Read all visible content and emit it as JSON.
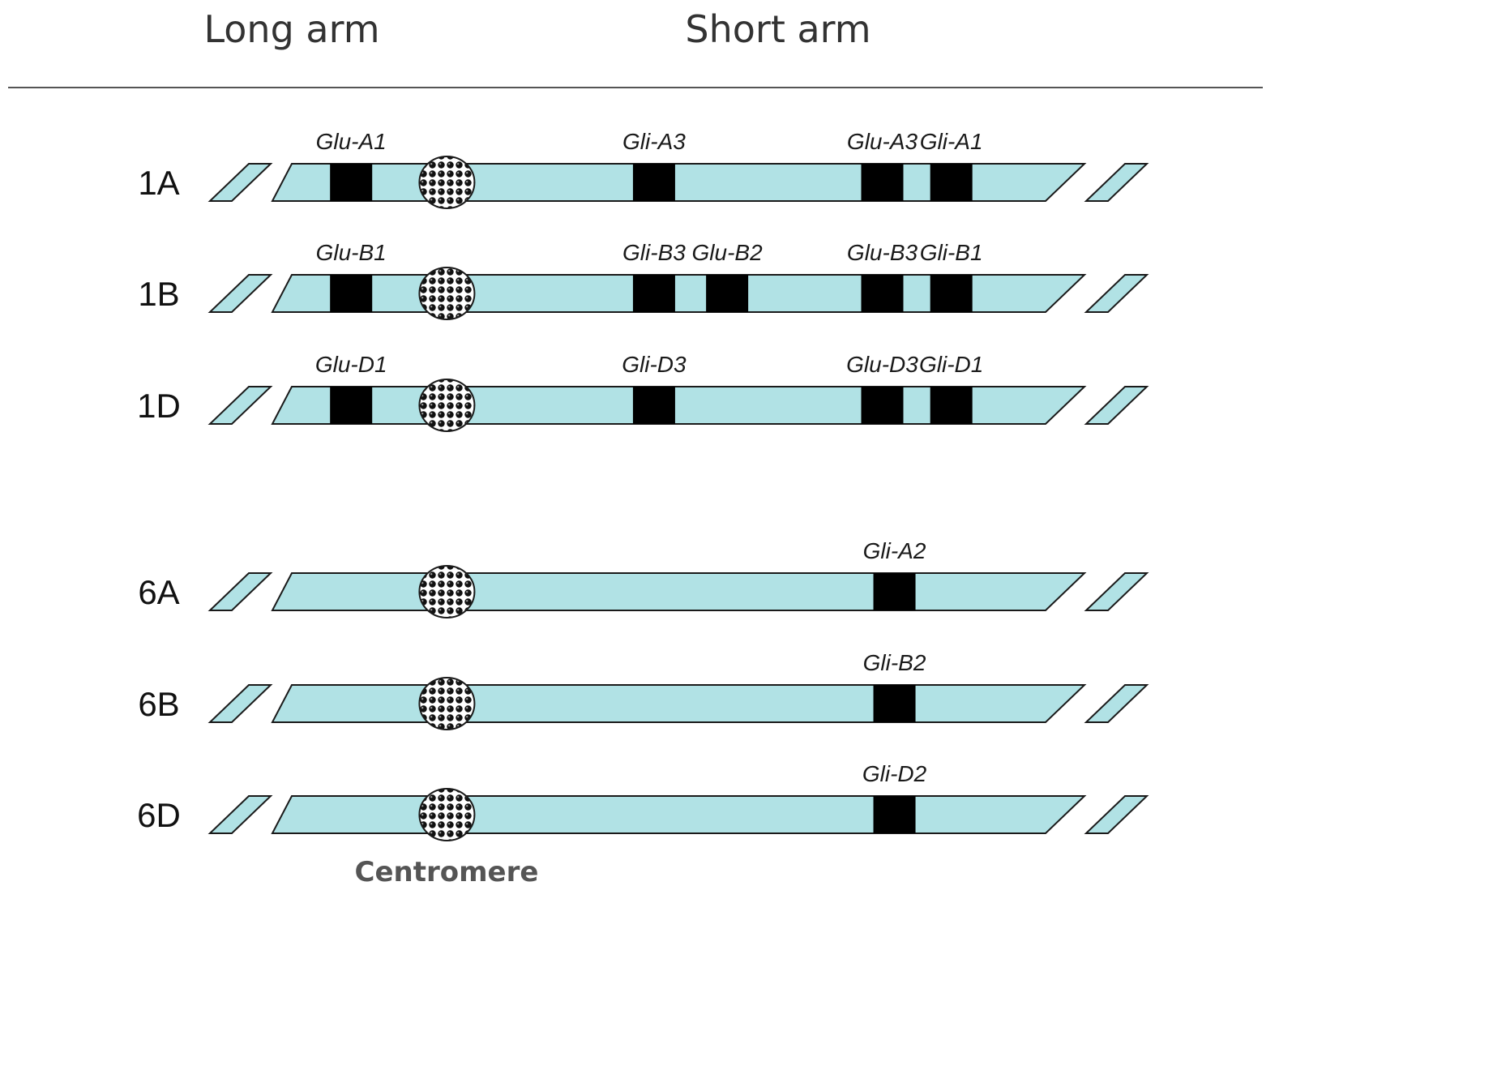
{
  "header": {
    "long_arm_label": "Long arm",
    "short_arm_label": "Short arm"
  },
  "colors": {
    "chromosome_fill": "#b1e2e5",
    "gene_band": "#000000"
  },
  "chromosomes": [
    {
      "label": "1A",
      "genes": [
        {
          "name": "Glu-A1",
          "position": 0.097
        },
        {
          "name": "Gli-A3",
          "position": 0.47
        },
        {
          "name": "Glu-A3",
          "position": 0.751
        },
        {
          "name": "Gli-A1",
          "position": 0.836
        }
      ]
    },
    {
      "label": "1B",
      "genes": [
        {
          "name": "Glu-B1",
          "position": 0.097
        },
        {
          "name": "Gli-B3",
          "position": 0.47
        },
        {
          "name": "Glu-B2",
          "position": 0.56
        },
        {
          "name": "Glu-B3",
          "position": 0.751
        },
        {
          "name": "Gli-B1",
          "position": 0.836
        }
      ]
    },
    {
      "label": "1D",
      "genes": [
        {
          "name": "Glu-D1",
          "position": 0.097
        },
        {
          "name": "Gli-D3",
          "position": 0.47
        },
        {
          "name": "Glu-D3",
          "position": 0.751
        },
        {
          "name": "Gli-D1",
          "position": 0.836
        }
      ]
    },
    {
      "label": "6A",
      "genes": [
        {
          "name": "Gli-A2",
          "position": 0.766
        }
      ]
    },
    {
      "label": "6B",
      "genes": [
        {
          "name": "Gli-B2",
          "position": 0.766
        }
      ]
    },
    {
      "label": "6D",
      "genes": [
        {
          "name": "Gli-D2",
          "position": 0.766
        }
      ]
    }
  ],
  "centromere_position": 0.215,
  "centromere_caption": "Centromere"
}
